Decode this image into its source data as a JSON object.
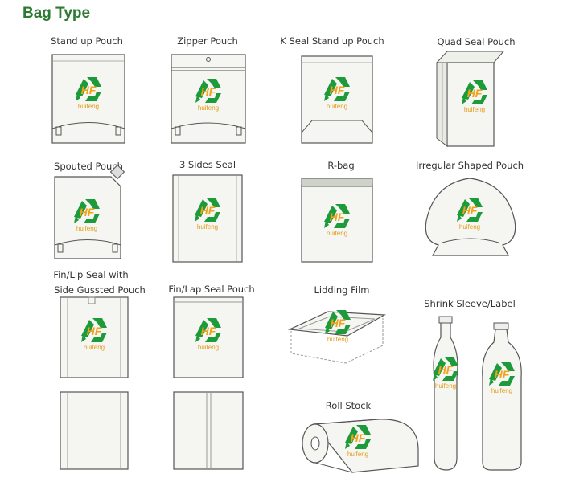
{
  "page_title": "Bag Type",
  "brand_text": "huifeng",
  "logo_letters": "HF",
  "colors": {
    "title": "#2f7a33",
    "logo_green": "#1d9a3a",
    "logo_orange": "#f1a21a",
    "outline": "#555555",
    "bag_fill": "#f5f6f2"
  },
  "bag_types": [
    {
      "id": "stand-up-pouch",
      "label": "Stand up Pouch"
    },
    {
      "id": "zipper-pouch",
      "label": "Zipper Pouch"
    },
    {
      "id": "k-seal-stand-up-pouch",
      "label": "K Seal Stand up Pouch"
    },
    {
      "id": "quad-seal-pouch",
      "label": "Quad Seal Pouch"
    },
    {
      "id": "spouted-pouch",
      "label": "Spouted Pouch"
    },
    {
      "id": "3-sides-seal",
      "label": "3 Sides Seal"
    },
    {
      "id": "r-bag",
      "label": "R-bag"
    },
    {
      "id": "irregular-shaped-pouch",
      "label": "Irregular Shaped Pouch"
    },
    {
      "id": "fin-lip-seal-side-gusseted",
      "label_line1": "Fin/Lip Seal with",
      "label_line2": "Side Gussted Pouch"
    },
    {
      "id": "fin-lap-seal-pouch",
      "label": "Fin/Lap Seal Pouch"
    },
    {
      "id": "lidding-film",
      "label": "Lidding Film"
    },
    {
      "id": "shrink-sleeve-label",
      "label": "Shrink Sleeve/Label"
    },
    {
      "id": "roll-stock",
      "label": "Roll Stock"
    }
  ]
}
